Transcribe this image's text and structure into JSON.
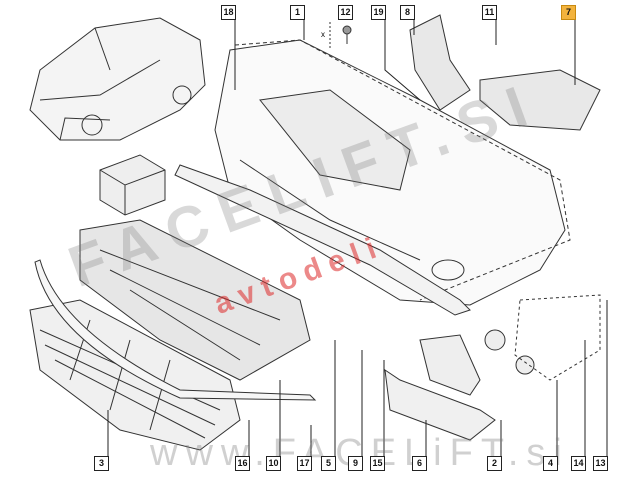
{
  "diagram": {
    "callouts_top": [
      "18",
      "1",
      "12",
      "19",
      "8",
      "11",
      "7"
    ],
    "callouts_bottom": [
      "3",
      "16",
      "10",
      "17",
      "5",
      "9",
      "15",
      "6",
      "2",
      "4",
      "14",
      "13"
    ],
    "highlighted": "7",
    "highlight_color": "#f3b33d",
    "dimension_label": "x"
  },
  "watermarks": {
    "diagonal": "FACELIFT.SI",
    "red": "avtodeli",
    "bottom": "www.FACELiFT.si"
  }
}
